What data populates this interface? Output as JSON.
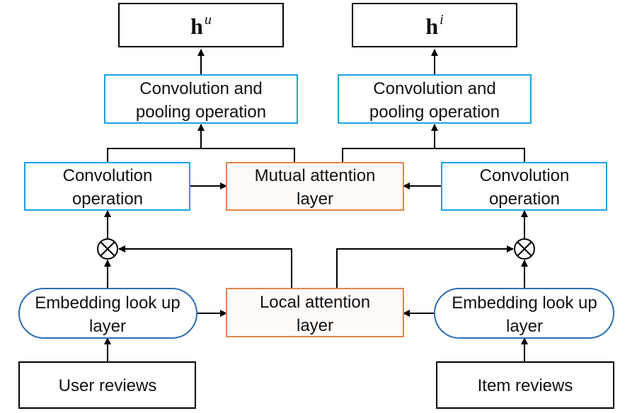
{
  "colors": {
    "black_box": "#000000",
    "conv_box": "#1aa3e0",
    "attention_box": "#e2854b",
    "attention_fill": "#fffaf7",
    "embedding_box": "#2d6fb3",
    "line": "#000000"
  },
  "outputs": {
    "user": {
      "main": "h",
      "sup": "u"
    },
    "item": {
      "main": "h",
      "sup": "i"
    }
  },
  "pooling": {
    "user": {
      "line1": "Convolution and",
      "line2": "pooling operation"
    },
    "item": {
      "line1": "Convolution and",
      "line2": "pooling operation"
    }
  },
  "convolution": {
    "user": {
      "line1": "Convolution",
      "line2": "operation"
    },
    "item": {
      "line1": "Convolution",
      "line2": "operation"
    }
  },
  "mutual_attention": {
    "line1": "Mutual attention",
    "line2": "layer"
  },
  "local_attention": {
    "line1": "Local attention",
    "line2": "layer"
  },
  "embedding": {
    "user": {
      "line1": "Embedding look up",
      "line2": "layer"
    },
    "item": {
      "line1": "Embedding look up",
      "line2": "layer"
    }
  },
  "inputs": {
    "user": "User reviews",
    "item": "Item reviews"
  },
  "multiply_icon": "circled-times-icon"
}
